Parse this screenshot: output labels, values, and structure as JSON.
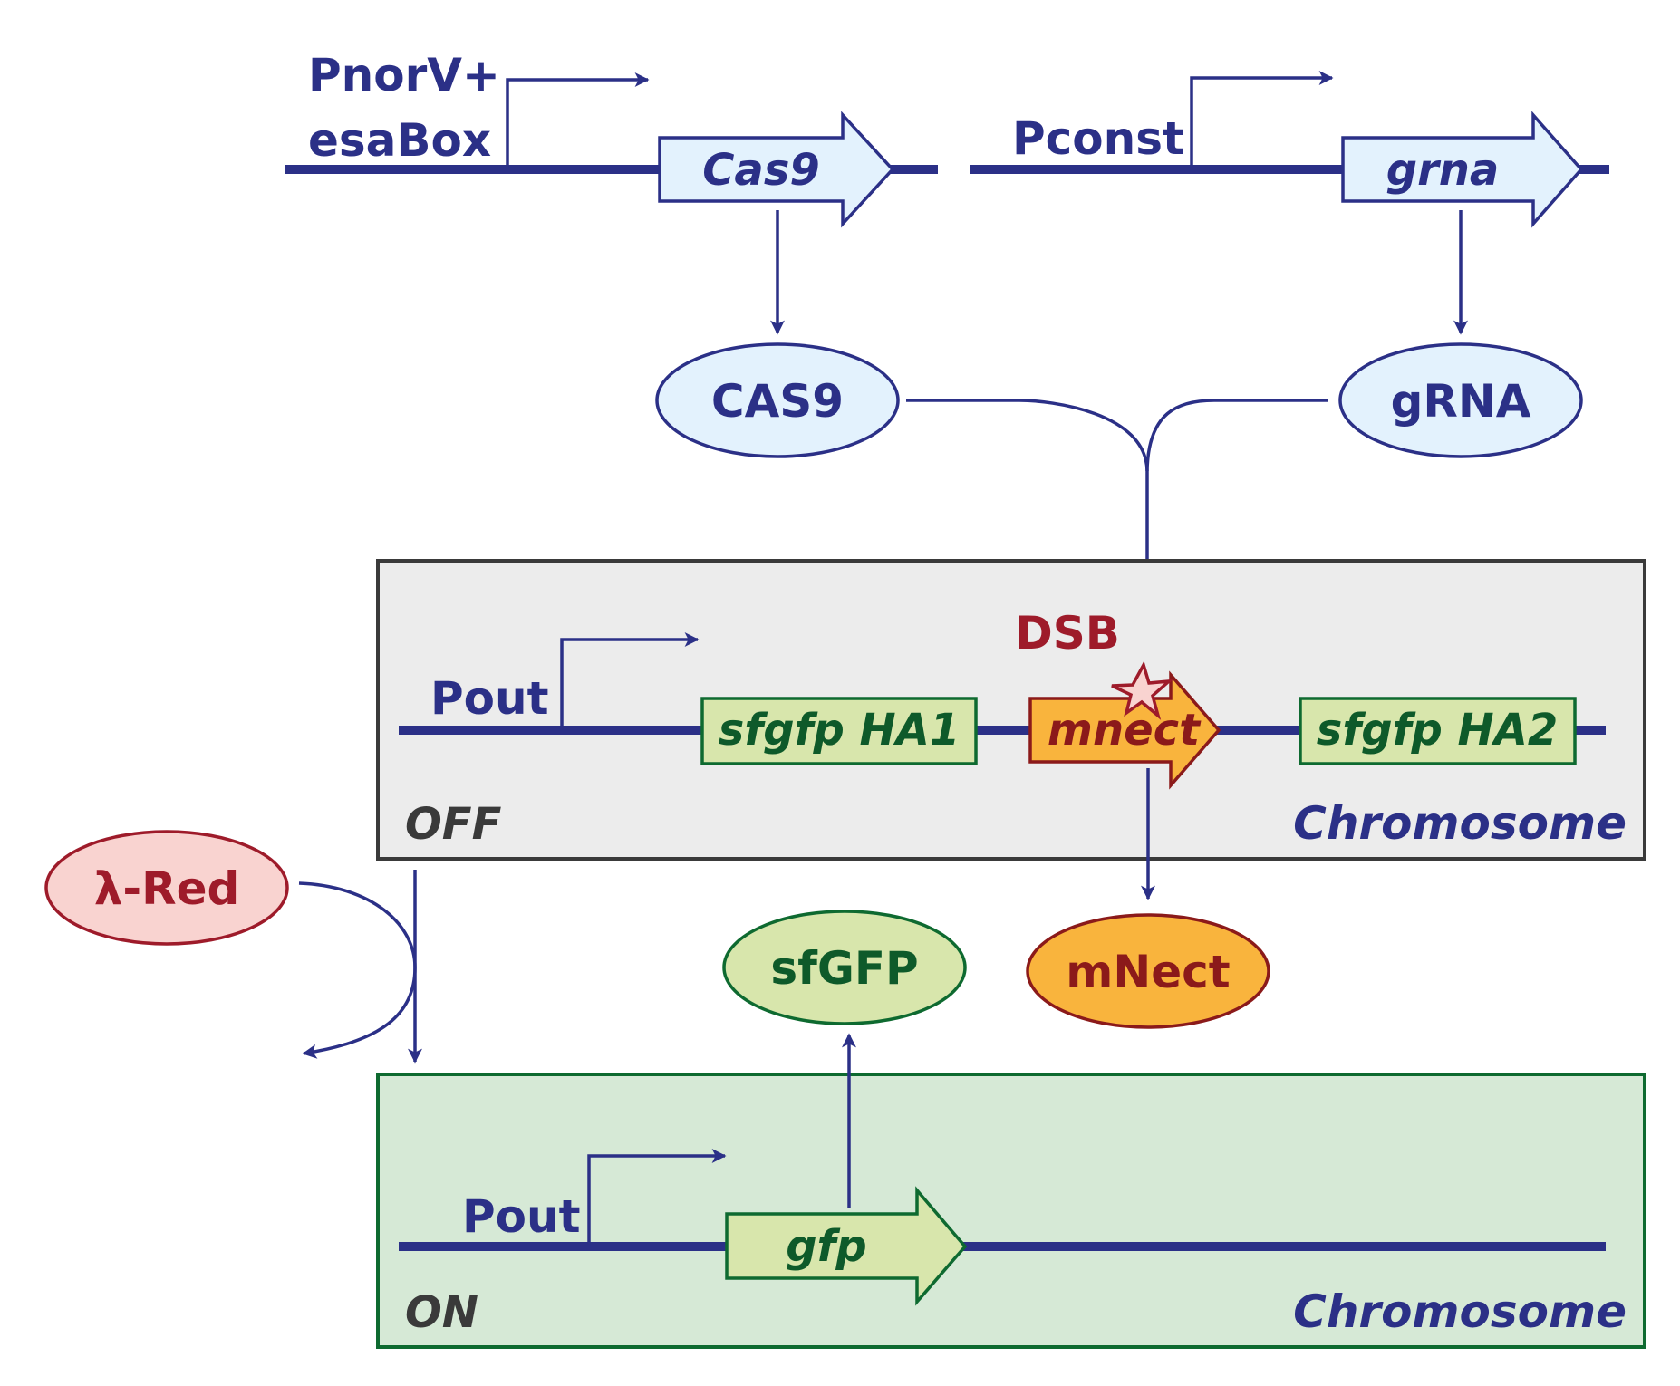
{
  "colors": {
    "navy": "#2b3087",
    "light_blue_fill": "#e3f2fd",
    "gray_box_fill": "#ececec",
    "gray_box_border": "#3a3a3a",
    "green_box_fill": "#d6e9d6",
    "green_box_border": "#0e6a30",
    "gene_green_fill": "#d8e6ac",
    "gene_green_text": "#0e5a2a",
    "orange_fill": "#f9b43d",
    "maroon": "#8b1a1a",
    "red_text": "#9e1b2a",
    "pink_fill": "#f9d3d0"
  },
  "top_constructs": {
    "cas9_construct": {
      "promoter_label_line1": "PnorV+",
      "promoter_label_line2": "esaBox",
      "gene_label": "Cas9"
    },
    "grna_construct": {
      "promoter_label": "Pconst",
      "gene_label": "grna"
    }
  },
  "products": {
    "cas9_protein": "CAS9",
    "grna": "gRNA",
    "lambda_red": "λ-Red",
    "sfgfp_protein": "sfGFP",
    "mnect_protein": "mNect"
  },
  "off_state": {
    "state_label": "OFF",
    "chromosome_label": "Chromosome",
    "promoter_label": "Pout",
    "dsb_label": "DSB",
    "homology_arm_1": "sfgfp HA1",
    "gene_label": "mnect",
    "homology_arm_2": "sfgfp HA2"
  },
  "on_state": {
    "state_label": "ON",
    "chromosome_label": "Chromosome",
    "promoter_label": "Pout",
    "gene_label": "gfp"
  }
}
